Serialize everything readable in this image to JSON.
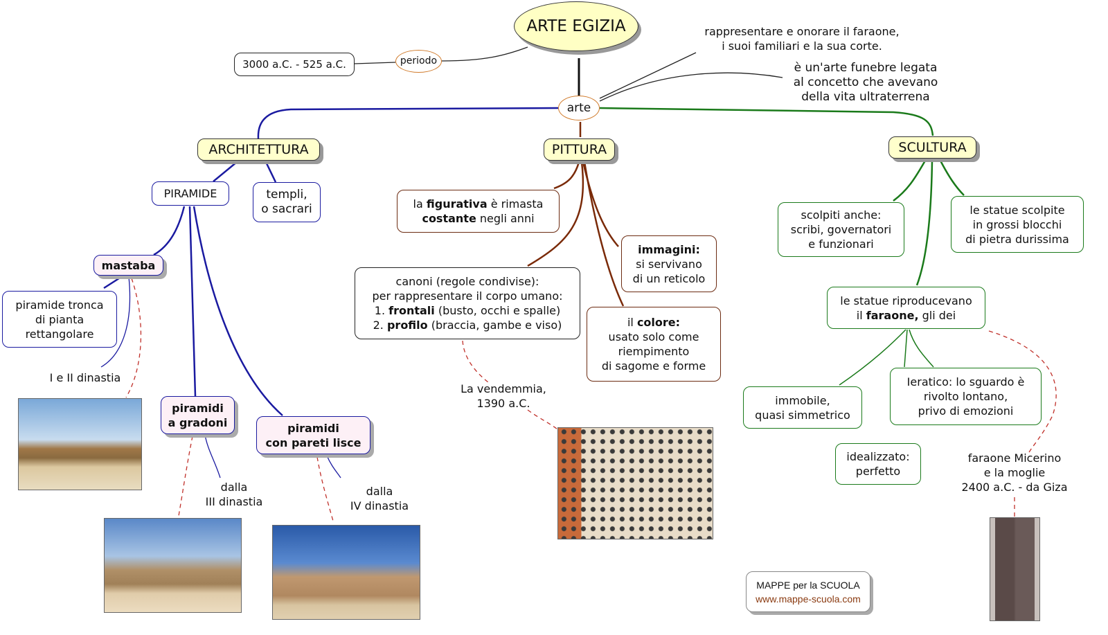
{
  "title": "ARTE EGIZIA",
  "periodo": "periodo",
  "period_value": "3000 a.C. - 525 a.C.",
  "arte": "arte",
  "note1": "rappresentare e onorare il faraone,\ni suoi familiari e la sua corte.",
  "note2": "è un'arte funebre legata\nal concetto che avevano\ndella vita ultraterrena",
  "architettura": {
    "label": "ARCHITETTURA",
    "piramide": "PIRAMIDE",
    "templi": "templi,\no sacrari",
    "mastaba": "mastaba",
    "tronca": "piramide tronca\ndi pianta\nrettangolare",
    "dinastia12": "I e II dinastia",
    "gradoni": "piramidi\na gradoni",
    "lisce": "piramidi\ncon pareti lisce",
    "dinastia3": "dalla\nIII dinastia",
    "dinastia4": "dalla\nIV dinastia"
  },
  "pittura": {
    "label": "PITTURA",
    "fig_a": "la ",
    "fig_b": "figurativa",
    "fig_c": " è rimasta",
    "fig_d": "costante",
    "fig_e": " negli anni",
    "can_1": "canoni (regole condivise):",
    "can_2": "per rappresentare il corpo umano:",
    "can_3a": "1. ",
    "can_3b": "frontali",
    "can_3c": " (busto, occhi e spalle)",
    "can_4a": "2. ",
    "can_4b": "profilo",
    "can_4c": " (braccia, gambe e viso)",
    "img_a": "immagini:",
    "img_b": "si servivano\ndi un reticolo",
    "col_a": "il ",
    "col_b": "colore:",
    "col_c": "usato solo come\nriempimento\ndi sagome e forme",
    "vendemmia": "La vendemmia,\n1390 a.C."
  },
  "scultura": {
    "label": "SCULTURA",
    "scolpiti": "scolpiti anche:\nscribi, governatori\ne funzionari",
    "blocchi": "le statue scolpite\nin grossi blocchi\ndi pietra durissima",
    "rip_a": "le statue riproducevano",
    "rip_b": "il ",
    "rip_c": "faraone,",
    "rip_d": " gli dei",
    "immobile": "immobile,\nquasi simmetrico",
    "ieratico": "Ieratico: lo sguardo è\nrivolto lontano,\nprivo di emozioni",
    "idealizzato": "idealizzato:\nperfetto",
    "micerino": "faraone Micerino\ne la moglie\n2400 a.C. - da Giza"
  },
  "logo": {
    "line1": "MAPPE per la SCUOLA",
    "line2": "www.mappe-scuola.com"
  },
  "colors": {
    "architettura": "#1a1aa0",
    "pittura": "#7a2a08",
    "scultura": "#1a7a1a",
    "dashed": "#c0302a"
  }
}
